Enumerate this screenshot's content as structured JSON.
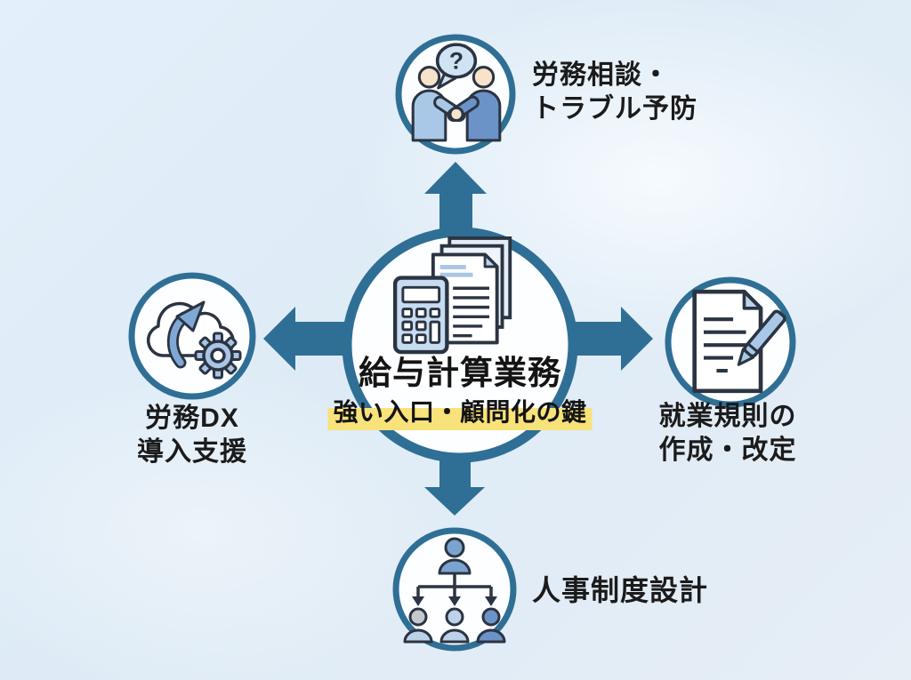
{
  "diagram": {
    "center": {
      "title": "給与計算業務",
      "subtitle": "強い入口・顧問化の鍵",
      "icon": "calculator-and-documents"
    },
    "nodes": {
      "top": {
        "line1": "労務相談・",
        "line2": "トラブル予防",
        "icon": "handshake-consultation"
      },
      "right": {
        "line1": "就業規則の",
        "line2": "作成・改定",
        "icon": "document-and-pen"
      },
      "bottom": {
        "line1": "人事制度設計",
        "line2": "",
        "icon": "org-chart"
      },
      "left": {
        "line1": "労務DX",
        "line2": "導入支援",
        "icon": "cloud-gear-dx"
      }
    },
    "glyphs": {
      "question_mark": "?"
    },
    "colors": {
      "primary_blue": "#2f6f96",
      "highlight_yellow": "#f8e27a",
      "text_dark": "#1b1b1b",
      "background_light_blue": "#e2eef8",
      "node_fill_white": "#fcfeff",
      "icon_outline": "#2b3442",
      "icon_light_blue": "#a9c8e8",
      "icon_mid_blue": "#6b93c8",
      "icon_pale_blue": "#c7dcf0",
      "skin_tone": "#f7e3c9"
    }
  }
}
